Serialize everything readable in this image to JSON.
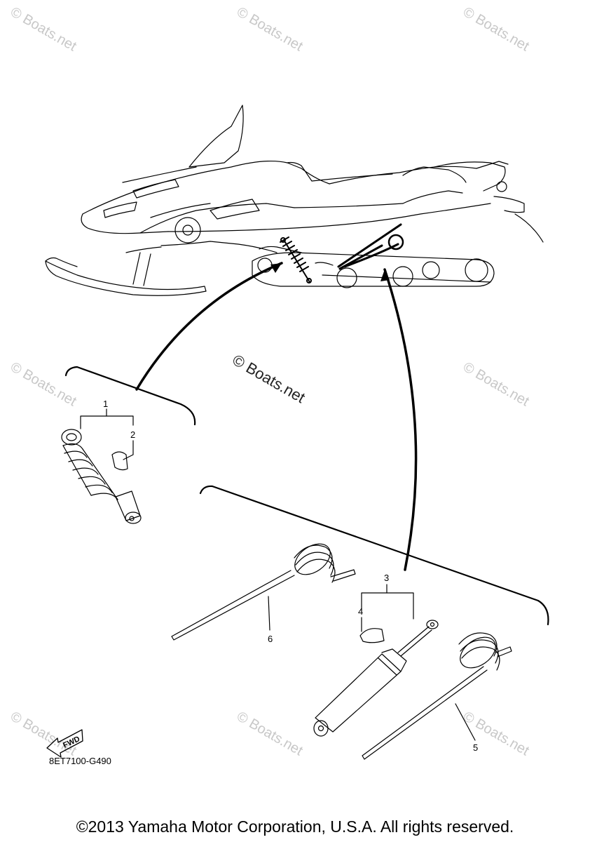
{
  "watermark": "© Boats.net",
  "center_watermark": "© Boats.net",
  "callouts": [
    "1",
    "2",
    "3",
    "4",
    "5",
    "6"
  ],
  "fwd_label": "FWD",
  "diagram_code": "8ET7100-G490",
  "copyright": "©2013 Yamaha Motor Corporation, U.S.A. All rights reserved."
}
